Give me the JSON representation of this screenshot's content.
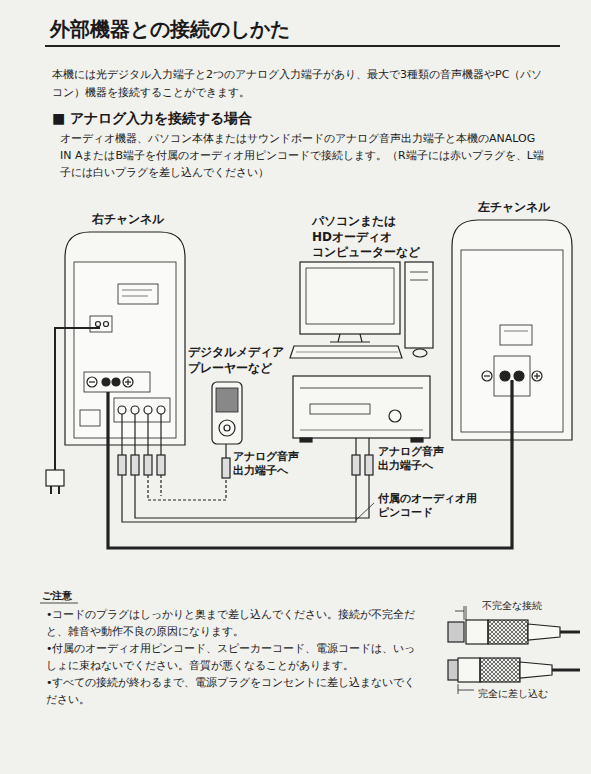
{
  "diagram": {
    "title": "外部機器との接続のしかた",
    "labels": [
      "本機には光デジタル入力端子と2つのアナログ入力端子があり、最大で3種類の音声機器やPC（パソコン）機器を接続することができます。",
      "■ アナログ入力を接続する場合",
      "オーディオ機器、パソコン本体またはサウンドボードのアナログ音声出力端子と本機のANALOG IN AまたはB端子を付属のオーディオ用ピンコードで接続します。（R端子には赤いプラグを、L端子には白いプラグを差し込んでください）",
      "右チャンネル",
      "パソコンまたは HDオーディオ コンピューターなど",
      "左チャンネル",
      "デジタルメディア プレーヤーなど",
      "アナログ音声 出力端子へ",
      "アナログ音声 出力端子へ",
      "付属のオーディオ用 ピンコード",
      "ご注意",
      "•コードのプラグはしっかりと奥まで差し込んでください。接続が不完全だと、雑音や動作不良の原因になります。",
      "•付属のオーディオ用ピンコード、スピーカーコード、電源コードは、いっしょに束ねないでください。音質が悪くなることがあります。",
      "•すべての接続が終わるまで、電源プラグをコンセントに差し込まないでください。",
      "不完全な接続",
      "完全に差し込む"
    ]
  }
}
